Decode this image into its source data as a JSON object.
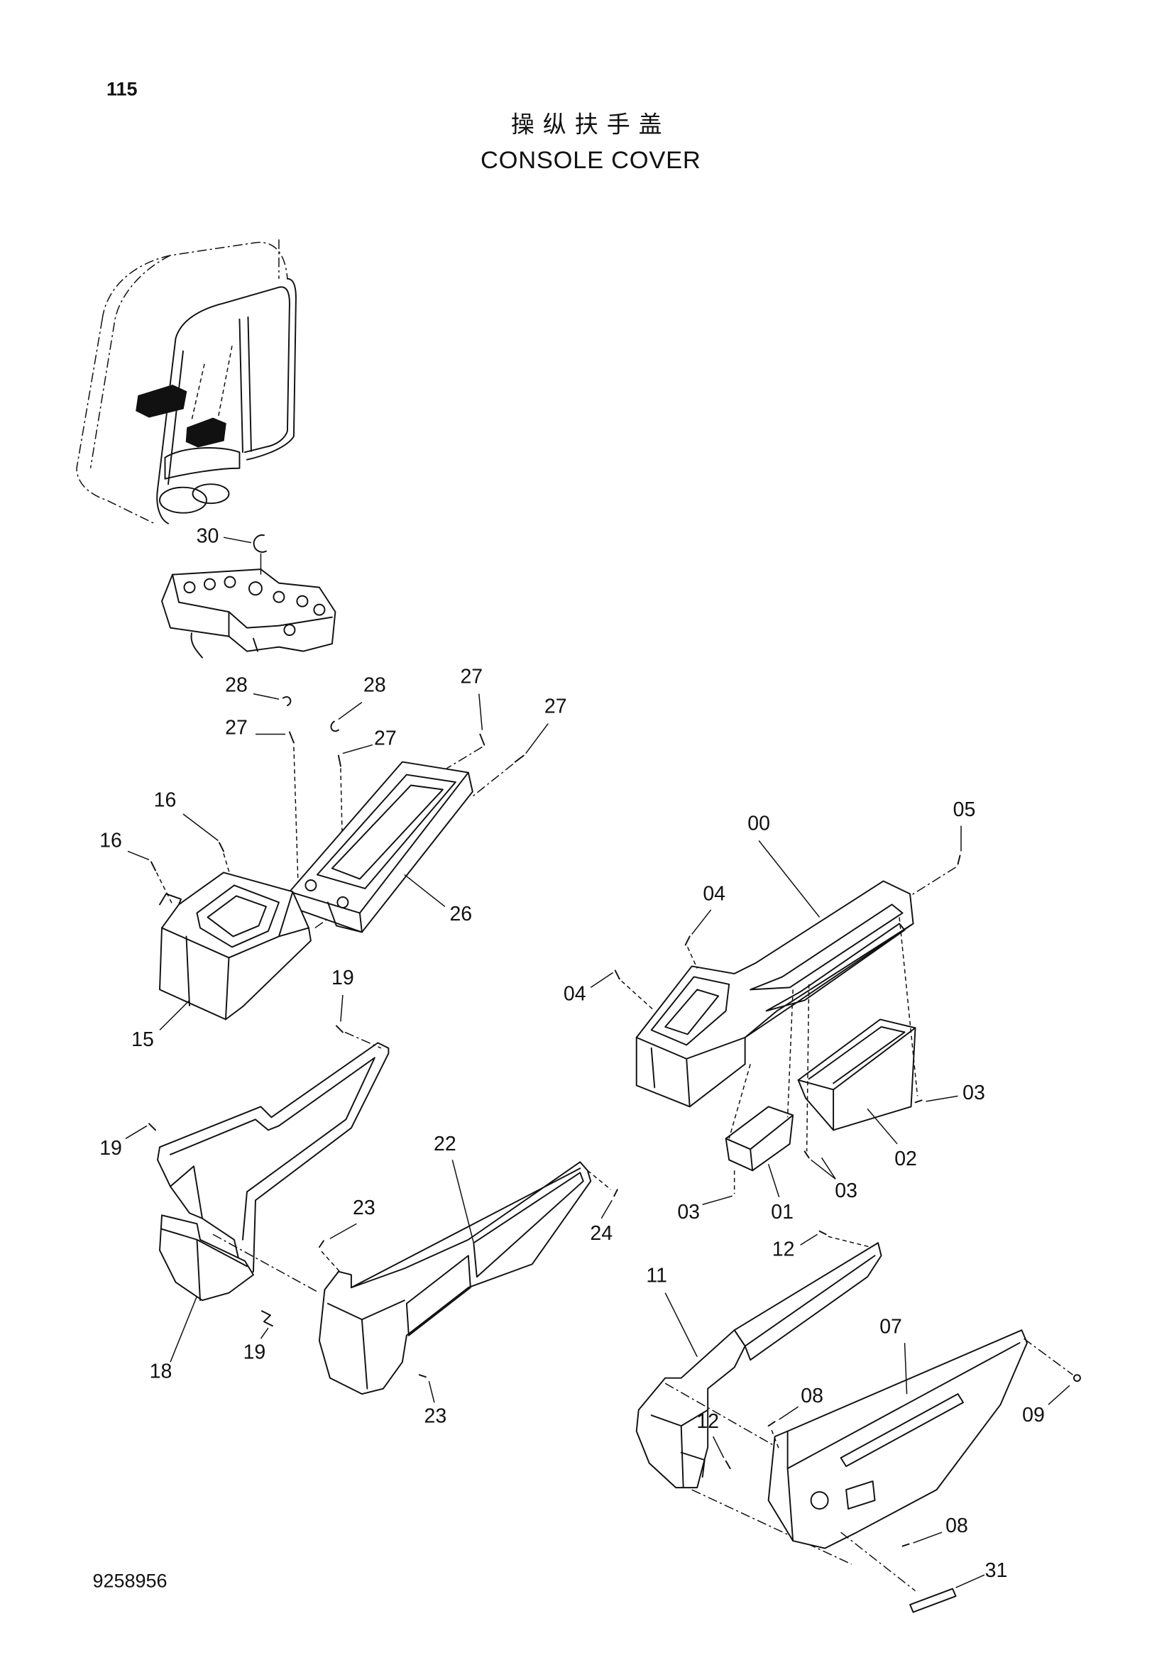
{
  "page_number": "115",
  "title_cn": "操纵扶手盖",
  "title_en": "CONSOLE COVER",
  "drawing_number": "9258956",
  "callouts": [
    "30",
    "28",
    "28",
    "27",
    "27",
    "27",
    "27",
    "16",
    "16",
    "26",
    "15",
    "19",
    "00",
    "05",
    "04",
    "04",
    "03",
    "02",
    "03",
    "01",
    "03",
    "19",
    "22",
    "23",
    "24",
    "12",
    "11",
    "07",
    "18",
    "19",
    "23",
    "08",
    "09",
    "12",
    "08",
    "31"
  ]
}
